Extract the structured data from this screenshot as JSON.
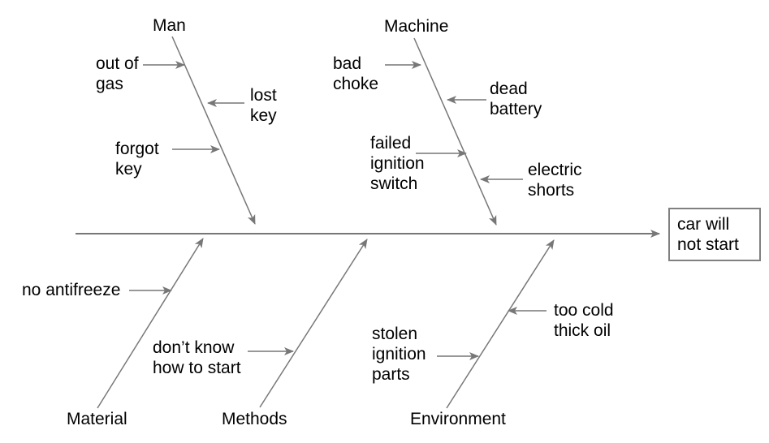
{
  "diagram": {
    "type": "fishbone",
    "effect": "car will not start",
    "categories": [
      {
        "name": "Man",
        "side": "top",
        "causes": [
          "out of gas",
          "lost key",
          "forgot key"
        ]
      },
      {
        "name": "Machine",
        "side": "top",
        "causes": [
          "bad choke",
          "dead battery",
          "failed ignition switch",
          "electric shorts"
        ]
      },
      {
        "name": "Material",
        "side": "bottom",
        "causes": [
          "no antifreeze"
        ]
      },
      {
        "name": "Methods",
        "side": "bottom",
        "causes": [
          "don’t know how to start"
        ]
      },
      {
        "name": "Environment",
        "side": "bottom",
        "causes": [
          "stolen ignition parts",
          "too cold thick oil"
        ]
      }
    ]
  },
  "labels": {
    "man": "Man",
    "machine": "Machine",
    "material": "Material",
    "methods": "Methods",
    "environment": "Environment",
    "out_of_gas": "out of\ngas",
    "lost_key": "lost\nkey",
    "forgot_key": "forgot\nkey",
    "bad_choke": "bad\nchoke",
    "dead_battery": "dead\nbattery",
    "failed_ignition_switch": "failed\nignition\nswitch",
    "electric_shorts": "electric\nshorts",
    "no_antifreeze": "no antifreeze",
    "dont_know_how_to_start": "don’t know\nhow to start",
    "stolen_ignition_parts": "stolen\nignition\nparts",
    "too_cold_thick_oil": "too cold\nthick oil",
    "effect": "car will\nnot start"
  },
  "colors": {
    "line": "#777777",
    "text": "#000000",
    "background": "#ffffff",
    "effect_box_border": "#808080"
  }
}
